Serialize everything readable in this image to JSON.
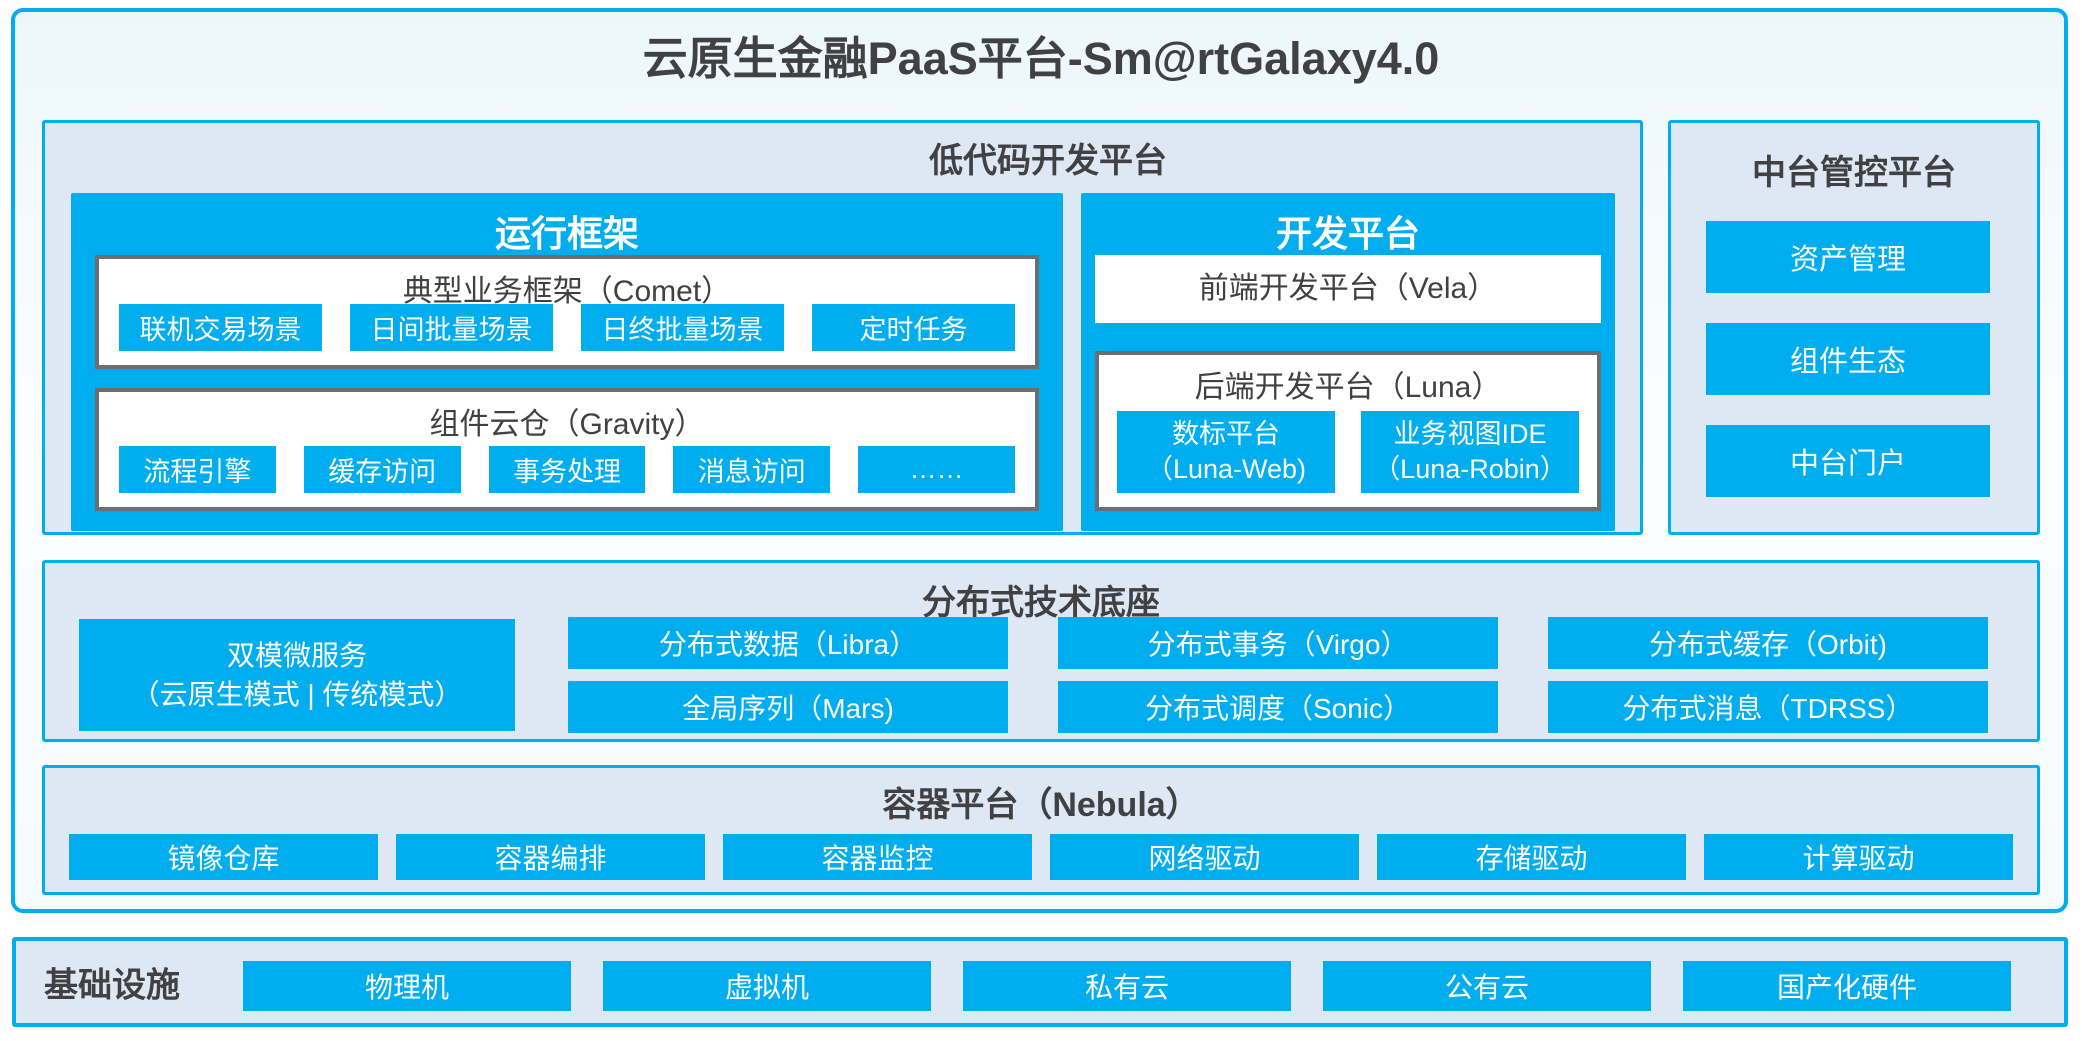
{
  "title": "云原生金融PaaS平台-Sm@rtGalaxy4.0",
  "colors": {
    "accent_cyan": "#00ADEE",
    "panel_bg": "#DEE8F4",
    "gray_border": "#6D6E71",
    "dark_text": "#414042",
    "white": "#FFFFFF"
  },
  "low_code": {
    "header": "低代码开发平台",
    "runtime": {
      "header": "运行框架",
      "comet": {
        "title": "典型业务框架（Comet）",
        "items": [
          "联机交易场景",
          "日间批量场景",
          "日终批量场景",
          "定时任务"
        ]
      },
      "gravity": {
        "title": "组件云仓（Gravity）",
        "items": [
          "流程引擎",
          "缓存访问",
          "事务处理",
          "消息访问",
          "……"
        ]
      }
    },
    "dev": {
      "header": "开发平台",
      "vela": "前端开发平台（Vela）",
      "luna": {
        "title": "后端开发平台（Luna）",
        "items": [
          {
            "line1": "数标平台",
            "line2": "（Luna-Web)"
          },
          {
            "line1": "业务视图IDE",
            "line2": "（Luna-Robin）"
          }
        ]
      }
    }
  },
  "mid_platform": {
    "header": "中台管控平台",
    "items": [
      "资产管理",
      "组件生态",
      "中台门户"
    ]
  },
  "distributed": {
    "header": "分布式技术底座",
    "dual_mode": {
      "line1": "双模微服务",
      "line2": "（云原生模式 | 传统模式）"
    },
    "grid": [
      [
        "分布式数据（Libra）",
        "分布式事务（Virgo）",
        "分布式缓存（Orbit)"
      ],
      [
        "全局序列（Mars)",
        "分布式调度（Sonic）",
        "分布式消息（TDRSS）"
      ]
    ]
  },
  "container_platform": {
    "header": "容器平台（Nebula）",
    "items": [
      "镜像仓库",
      "容器编排",
      "容器监控",
      "网络驱动",
      "存储驱动",
      "计算驱动"
    ]
  },
  "infrastructure": {
    "header": "基础设施",
    "items": [
      "物理机",
      "虚拟机",
      "私有云",
      "公有云",
      "国产化硬件"
    ]
  }
}
